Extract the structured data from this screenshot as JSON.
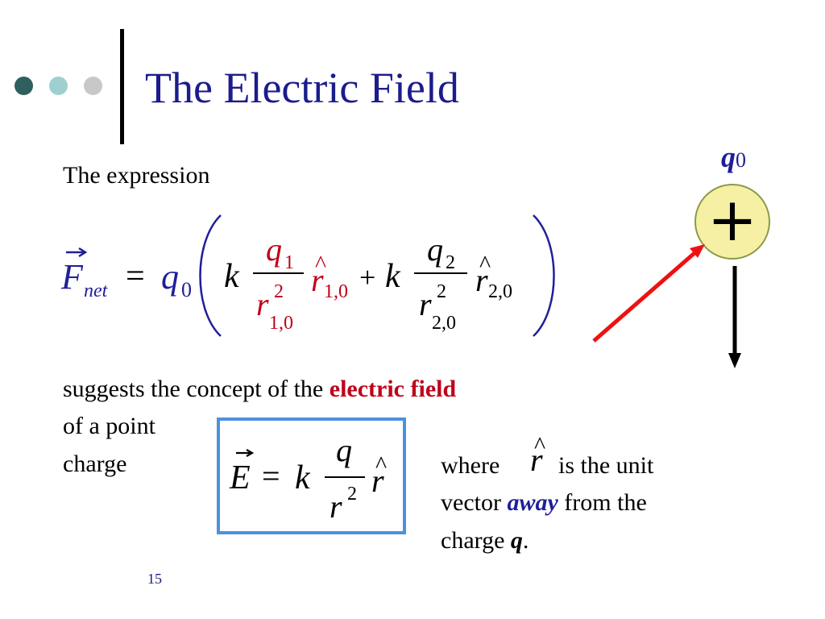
{
  "slide": {
    "title": "The Electric Field",
    "page_number": "15"
  },
  "decor": {
    "dot_colors": [
      "#2f5f5f",
      "#9fcfcf",
      "#c8c8c8"
    ],
    "title_color": "#1c1c8c",
    "accent_red": "#c0001a",
    "box_border": "#4d90e0",
    "charge_fill": "#f6f0a4"
  },
  "text": {
    "intro": "The expression",
    "suggests": "suggests the concept of the ",
    "electric_field": "electric field",
    "of_point_line1": "of a point",
    "of_point_line2": "charge",
    "where": "where",
    "is_unit": "is the unit",
    "vector": "vector",
    "away": "away",
    "from_the": "from the",
    "charge_word": "charge",
    "q_letter": "q",
    "period": "."
  },
  "charge": {
    "label_q": "q",
    "label_sub": "0",
    "sign": "+"
  },
  "equation_net": {
    "F": "F",
    "F_sub": "net",
    "equals": "=",
    "q0": "q",
    "q0_sub": "0",
    "k": "k",
    "q1": "q",
    "q1_sub": "1",
    "r1": "r",
    "r1_sup": "2",
    "r1_sub": "1,0",
    "rhat1": "r",
    "rhat1_sub": "1,0",
    "plus": "+",
    "q2": "q",
    "q2_sub": "2",
    "r2": "r",
    "r2_sup": "2",
    "r2_sub": "2,0",
    "rhat2": "r",
    "rhat2_sub": "2,0",
    "hat": "^",
    "arrow": "⃗"
  },
  "equation_E": {
    "E": "E",
    "equals": "=",
    "k": "k",
    "q": "q",
    "r": "r",
    "r_sup": "2",
    "rhat": "r",
    "hat": "^"
  },
  "rhat_inline": {
    "r": "r",
    "hat": "^"
  }
}
